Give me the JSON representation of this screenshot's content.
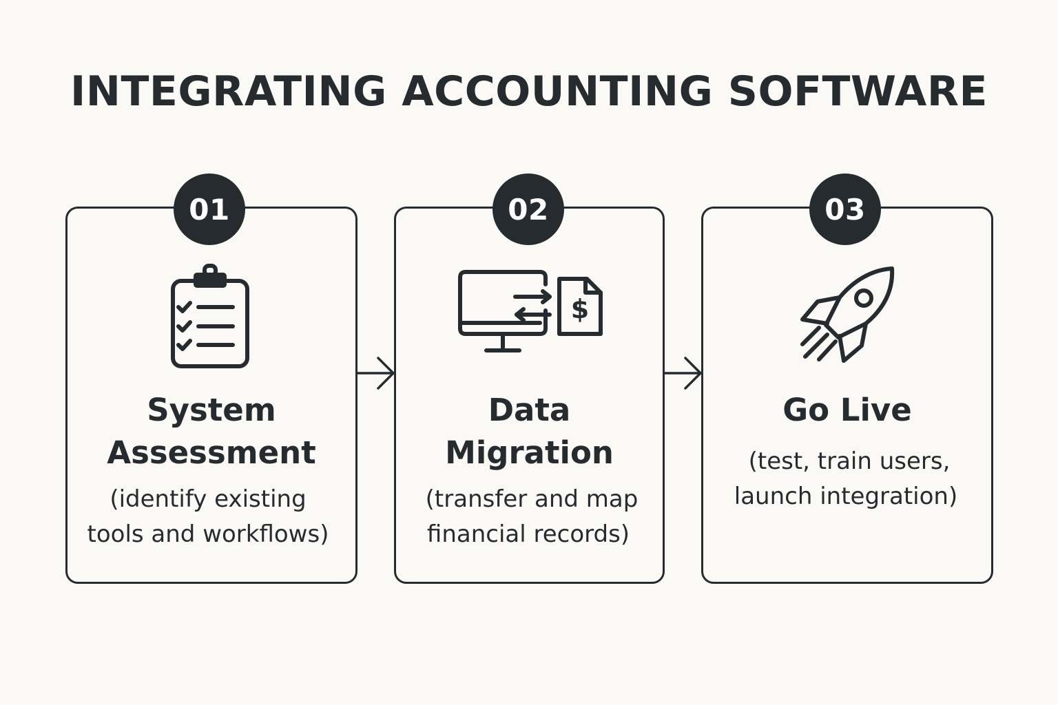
{
  "title": "INTEGRATING ACCOUNTING SOFTWARE",
  "colors": {
    "background": "#faf9f5",
    "ink": "#262b30",
    "badge_text": "#ffffff"
  },
  "steps": [
    {
      "number": "01",
      "title_line1": "System",
      "title_line2": "Assessment",
      "desc_line1": "(identify existing",
      "desc_line2": "tools and workflows)",
      "icon": "clipboard-checklist-icon"
    },
    {
      "number": "02",
      "title_line1": "Data",
      "title_line2": "Migration",
      "desc_line1": "(transfer and map",
      "desc_line2": "financial records)",
      "icon": "monitor-transfer-dollar-document-icon"
    },
    {
      "number": "03",
      "title_line1": "Go Live",
      "desc_line1": "(test, train users,",
      "desc_line2": "launch integration)",
      "icon": "rocket-icon"
    }
  ]
}
